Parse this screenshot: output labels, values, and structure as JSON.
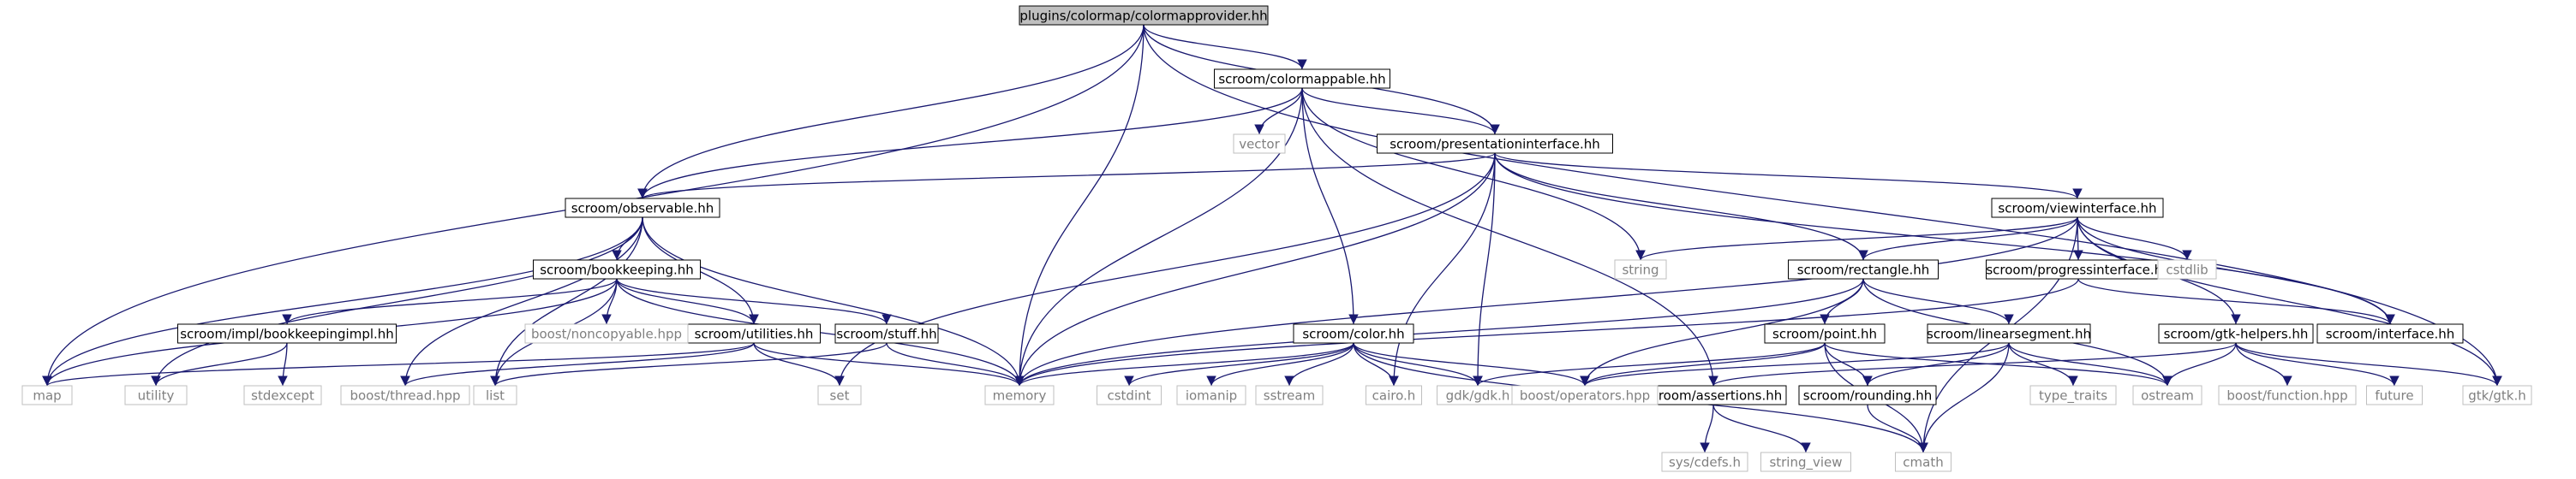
{
  "nodes": [
    {
      "id": "root",
      "label": "plugins/colormap/colormapprovider.hh",
      "style": "root"
    },
    {
      "id": "colormappable",
      "label": "scroom/colormappable.hh",
      "style": "local"
    },
    {
      "id": "presentationinterface",
      "label": "scroom/presentationinterface.hh",
      "style": "local"
    },
    {
      "id": "observable",
      "label": "scroom/observable.hh",
      "style": "local"
    },
    {
      "id": "viewinterface",
      "label": "scroom/viewinterface.hh",
      "style": "local"
    },
    {
      "id": "bookkeeping",
      "label": "scroom/bookkeeping.hh",
      "style": "local"
    },
    {
      "id": "rectangle",
      "label": "scroom/rectangle.hh",
      "style": "local"
    },
    {
      "id": "progressinterface",
      "label": "scroom/progressinterface.hh",
      "style": "local"
    },
    {
      "id": "bookkeepingimpl",
      "label": "scroom/impl/bookkeepingimpl.hh",
      "style": "local"
    },
    {
      "id": "utilities",
      "label": "scroom/utilities.hh",
      "style": "local"
    },
    {
      "id": "stuff",
      "label": "scroom/stuff.hh",
      "style": "local"
    },
    {
      "id": "color",
      "label": "scroom/color.hh",
      "style": "local"
    },
    {
      "id": "point",
      "label": "scroom/point.hh",
      "style": "local"
    },
    {
      "id": "linearsegment",
      "label": "scroom/linearsegment.hh",
      "style": "local"
    },
    {
      "id": "gtkhelpers",
      "label": "scroom/gtk-helpers.hh",
      "style": "local"
    },
    {
      "id": "interface",
      "label": "scroom/interface.hh",
      "style": "local"
    },
    {
      "id": "assertions",
      "label": "scroom/assertions.hh",
      "style": "local"
    },
    {
      "id": "rounding",
      "label": "scroom/rounding.hh",
      "style": "local"
    },
    {
      "id": "vector",
      "label": "vector",
      "style": "system"
    },
    {
      "id": "string",
      "label": "string",
      "style": "system"
    },
    {
      "id": "cstdlib",
      "label": "cstdlib",
      "style": "system"
    },
    {
      "id": "boostnoncopyable",
      "label": "boost/noncopyable.hpp",
      "style": "system"
    },
    {
      "id": "map",
      "label": "map",
      "style": "system"
    },
    {
      "id": "utility",
      "label": "utility",
      "style": "system"
    },
    {
      "id": "stdexcept",
      "label": "stdexcept",
      "style": "system"
    },
    {
      "id": "boostthread",
      "label": "boost/thread.hpp",
      "style": "system"
    },
    {
      "id": "list",
      "label": "list",
      "style": "system"
    },
    {
      "id": "set",
      "label": "set",
      "style": "system"
    },
    {
      "id": "memory",
      "label": "memory",
      "style": "system"
    },
    {
      "id": "cstdint",
      "label": "cstdint",
      "style": "system"
    },
    {
      "id": "iomanip",
      "label": "iomanip",
      "style": "system"
    },
    {
      "id": "sstream",
      "label": "sstream",
      "style": "system"
    },
    {
      "id": "cairo",
      "label": "cairo.h",
      "style": "system"
    },
    {
      "id": "gdk",
      "label": "gdk/gdk.h",
      "style": "system"
    },
    {
      "id": "boostoperators",
      "label": "boost/operators.hpp",
      "style": "system"
    },
    {
      "id": "typetraits",
      "label": "type_traits",
      "style": "system"
    },
    {
      "id": "ostream",
      "label": "ostream",
      "style": "system"
    },
    {
      "id": "boostfunction",
      "label": "boost/function.hpp",
      "style": "system"
    },
    {
      "id": "future",
      "label": "future",
      "style": "system"
    },
    {
      "id": "gtk",
      "label": "gtk/gtk.h",
      "style": "system"
    },
    {
      "id": "syscdefs",
      "label": "sys/cdefs.h",
      "style": "system"
    },
    {
      "id": "stringview",
      "label": "string_view",
      "style": "system"
    },
    {
      "id": "cmath",
      "label": "cmath",
      "style": "system"
    }
  ],
  "edges": [
    [
      "root",
      "map"
    ],
    [
      "root",
      "colormappable"
    ],
    [
      "root",
      "presentationinterface"
    ],
    [
      "root",
      "observable"
    ],
    [
      "root",
      "memory"
    ],
    [
      "root",
      "gtk"
    ],
    [
      "colormappable",
      "vector"
    ],
    [
      "colormappable",
      "presentationinterface"
    ],
    [
      "colormappable",
      "observable"
    ],
    [
      "colormappable",
      "memory"
    ],
    [
      "colormappable",
      "color"
    ],
    [
      "colormappable",
      "assertions"
    ],
    [
      "colormappable",
      "string"
    ],
    [
      "presentationinterface",
      "observable"
    ],
    [
      "presentationinterface",
      "viewinterface"
    ],
    [
      "presentationinterface",
      "rectangle"
    ],
    [
      "presentationinterface",
      "interface"
    ],
    [
      "presentationinterface",
      "memory"
    ],
    [
      "presentationinterface",
      "set"
    ],
    [
      "presentationinterface",
      "cairo"
    ],
    [
      "presentationinterface",
      "gdk"
    ],
    [
      "observable",
      "bookkeeping"
    ],
    [
      "observable",
      "map"
    ],
    [
      "observable",
      "utility"
    ],
    [
      "observable",
      "list"
    ],
    [
      "observable",
      "boostthread"
    ],
    [
      "observable",
      "utilities"
    ],
    [
      "observable",
      "memory"
    ],
    [
      "viewinterface",
      "string"
    ],
    [
      "viewinterface",
      "rectangle"
    ],
    [
      "viewinterface",
      "progressinterface"
    ],
    [
      "viewinterface",
      "cstdlib"
    ],
    [
      "viewinterface",
      "interface"
    ],
    [
      "viewinterface",
      "gtkhelpers"
    ],
    [
      "viewinterface",
      "gtk"
    ],
    [
      "viewinterface",
      "cmath"
    ],
    [
      "viewinterface",
      "memory"
    ],
    [
      "bookkeeping",
      "bookkeepingimpl"
    ],
    [
      "bookkeeping",
      "map"
    ],
    [
      "bookkeeping",
      "list"
    ],
    [
      "bookkeeping",
      "boostnoncopyable"
    ],
    [
      "bookkeeping",
      "utilities"
    ],
    [
      "bookkeeping",
      "stuff"
    ],
    [
      "bookkeeping",
      "memory"
    ],
    [
      "bookkeepingimpl",
      "utility"
    ],
    [
      "bookkeepingimpl",
      "stdexcept"
    ],
    [
      "rectangle",
      "point"
    ],
    [
      "rectangle",
      "linearsegment"
    ],
    [
      "rectangle",
      "boostoperators"
    ],
    [
      "rectangle",
      "ostream"
    ],
    [
      "rectangle",
      "memory"
    ],
    [
      "progressinterface",
      "interface"
    ],
    [
      "progressinterface",
      "memory"
    ],
    [
      "utilities",
      "map"
    ],
    [
      "utilities",
      "boostthread"
    ],
    [
      "utilities",
      "set"
    ],
    [
      "utilities",
      "memory"
    ],
    [
      "stuff",
      "list"
    ],
    [
      "stuff",
      "memory"
    ],
    [
      "color",
      "memory"
    ],
    [
      "color",
      "cstdint"
    ],
    [
      "color",
      "iomanip"
    ],
    [
      "color",
      "sstream"
    ],
    [
      "color",
      "cairo"
    ],
    [
      "color",
      "gdk"
    ],
    [
      "color",
      "boostoperators"
    ],
    [
      "color",
      "cmath"
    ],
    [
      "point",
      "gdk"
    ],
    [
      "point",
      "boostoperators"
    ],
    [
      "point",
      "rounding"
    ],
    [
      "point",
      "ostream"
    ],
    [
      "point",
      "cmath"
    ],
    [
      "linearsegment",
      "boostoperators"
    ],
    [
      "linearsegment",
      "rounding"
    ],
    [
      "linearsegment",
      "typetraits"
    ],
    [
      "linearsegment",
      "ostream"
    ],
    [
      "linearsegment",
      "cmath"
    ],
    [
      "gtkhelpers",
      "assertions"
    ],
    [
      "gtkhelpers",
      "boostfunction"
    ],
    [
      "gtkhelpers",
      "future"
    ],
    [
      "gtkhelpers",
      "gtk"
    ],
    [
      "gtkhelpers",
      "ostream"
    ],
    [
      "assertions",
      "syscdefs"
    ],
    [
      "assertions",
      "stringview"
    ],
    [
      "rounding",
      "cmath"
    ]
  ],
  "colors": {
    "root_fill": "#bfbfbf",
    "local_border": "#000000",
    "system_border": "#bfbfbf",
    "system_text": "#808080",
    "local_text": "#000000",
    "edge": "#191970",
    "background": "#ffffff"
  }
}
